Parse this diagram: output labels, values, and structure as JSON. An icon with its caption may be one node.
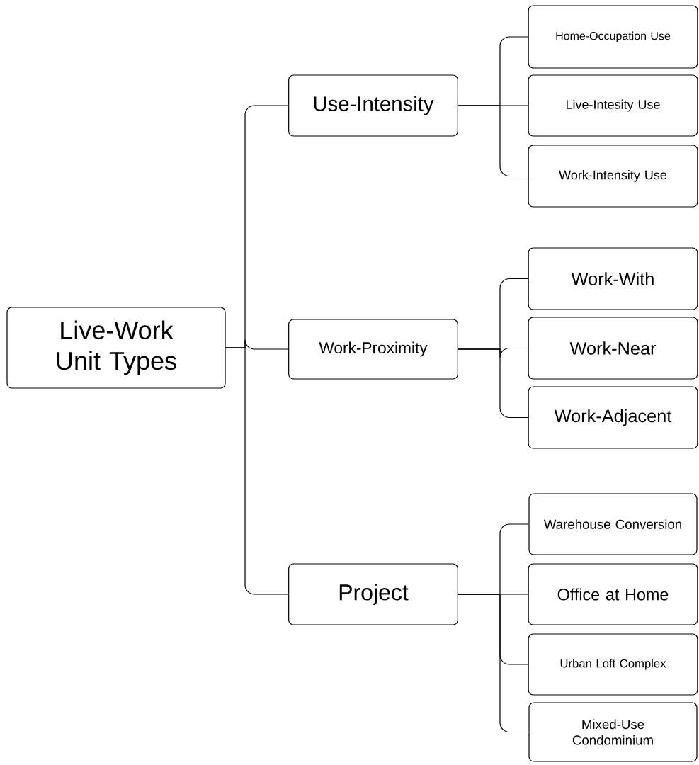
{
  "diagram": {
    "nodes": [
      {
        "text": [
          "Live-Work Unit Types"
        ]
      },
      {
        "text": [
          "Use-Intensity"
        ]
      },
      {
        "text": [
          "Home-Occupation Use"
        ]
      },
      {
        "text": [
          "Live-Intesity Use"
        ]
      },
      {
        "text": [
          "Work-Intensity Use"
        ]
      },
      {
        "text": [
          "Work-Proximity"
        ]
      },
      {
        "text": [
          "Work-With"
        ]
      },
      {
        "text": [
          "Work-Near"
        ]
      },
      {
        "text": [
          "Work-Adjacent"
        ]
      },
      {
        "text": [
          "Project"
        ]
      },
      {
        "text": [
          "Warehouse Conversion"
        ]
      },
      {
        "text": [
          "Office at Home"
        ]
      },
      {
        "text": [
          "Urban Loft Complex"
        ]
      },
      {
        "text": [
          "Mixed-Use Condominium"
        ]
      }
    ],
    "edges": [
      {
        "from": 0,
        "to": 1,
        "arrow": "none"
      },
      {
        "from": 0,
        "to": 5,
        "arrow": "none"
      },
      {
        "from": 0,
        "to": 9,
        "arrow": "none"
      },
      {
        "from": 1,
        "to": 2,
        "arrow": "none"
      },
      {
        "from": 1,
        "to": 3,
        "arrow": "none"
      },
      {
        "from": 1,
        "to": 4,
        "arrow": "none"
      },
      {
        "from": 5,
        "to": 6,
        "arrow": "none"
      },
      {
        "from": 5,
        "to": 7,
        "arrow": "none"
      },
      {
        "from": 5,
        "to": 8,
        "arrow": "none"
      },
      {
        "from": 9,
        "to": 10,
        "arrow": "none"
      },
      {
        "from": 9,
        "to": 11,
        "arrow": "none"
      },
      {
        "from": 9,
        "to": 12,
        "arrow": "none"
      },
      {
        "from": 9,
        "to": 13,
        "arrow": "none"
      }
    ]
  }
}
